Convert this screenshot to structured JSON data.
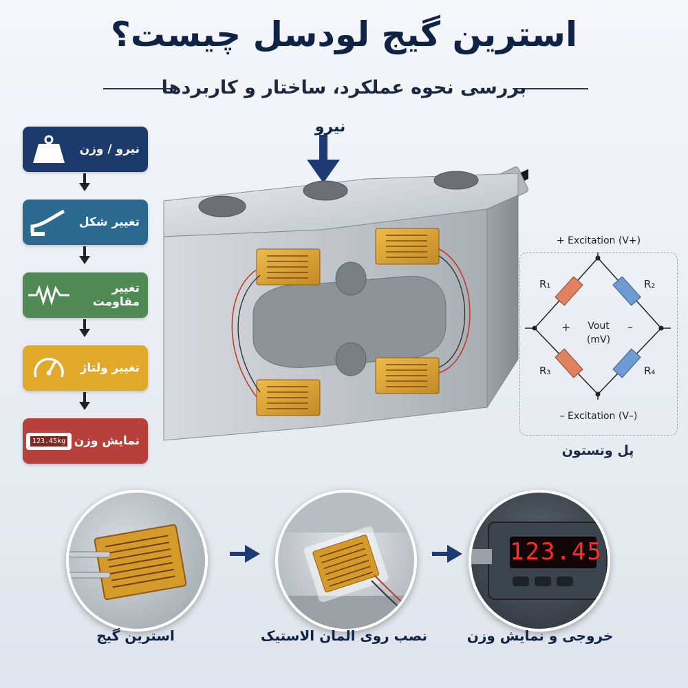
{
  "title": "استرین گیج لودسل چیست؟",
  "subtitle": "بررسی نحوه عملکرد، ساختار و کاربردها",
  "force_label": "نیرو",
  "steps": [
    {
      "label": "نیرو / وزن",
      "color": "#1b3a6b",
      "icon": "weight-icon"
    },
    {
      "label": "تغییر شکل",
      "color": "#2b6a8e",
      "icon": "bending-beam-icon"
    },
    {
      "label": "تغییر مقاومت",
      "color": "#4f8a55",
      "icon": "resistor-icon"
    },
    {
      "label": "تغییر ولتاژ",
      "color": "#e0a92a",
      "icon": "gauge-icon"
    },
    {
      "label": "نمایش وزن",
      "color": "#b8403a",
      "icon": "scale-display-icon",
      "display": "123.45kg"
    }
  ],
  "bridge": {
    "caption": "پل وتستون",
    "exc_top": "+ Excitation (V+)",
    "exc_bottom": "– Excitation (V–)",
    "r1": "R₁",
    "r2": "R₂",
    "r3": "R₃",
    "r4": "R₄",
    "plus": "+",
    "minus": "–",
    "vout": "Vout",
    "vout_unit": "(mV)"
  },
  "bottom": [
    {
      "caption": "استرین گیج"
    },
    {
      "caption": "نصب روی المان الاستیک"
    },
    {
      "caption": "خروجی و نمایش وزن",
      "display": "123.45"
    }
  ],
  "colors": {
    "navy": "#0f2346",
    "gauge_gold": "#d69a2a",
    "r_orange": "#e0815f",
    "r_blue": "#6d9bd2",
    "led_red": "#ff2a2a"
  }
}
